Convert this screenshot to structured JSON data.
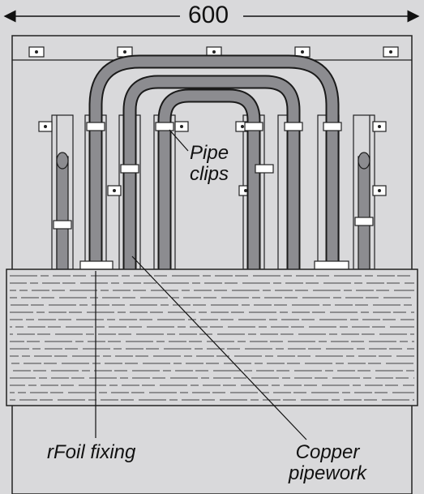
{
  "dimension": {
    "value": "600"
  },
  "labels": {
    "pipe_clips_line1": "Pipe",
    "pipe_clips_line2": "clips",
    "rfoil_fixing": "rFoil fixing",
    "copper_line1": "Copper",
    "copper_line2": "pipework"
  },
  "colors": {
    "background": "#d9d9db",
    "pipe": "#8c8c90",
    "outline": "#1a1a1a",
    "foil": "#d9d9db"
  }
}
